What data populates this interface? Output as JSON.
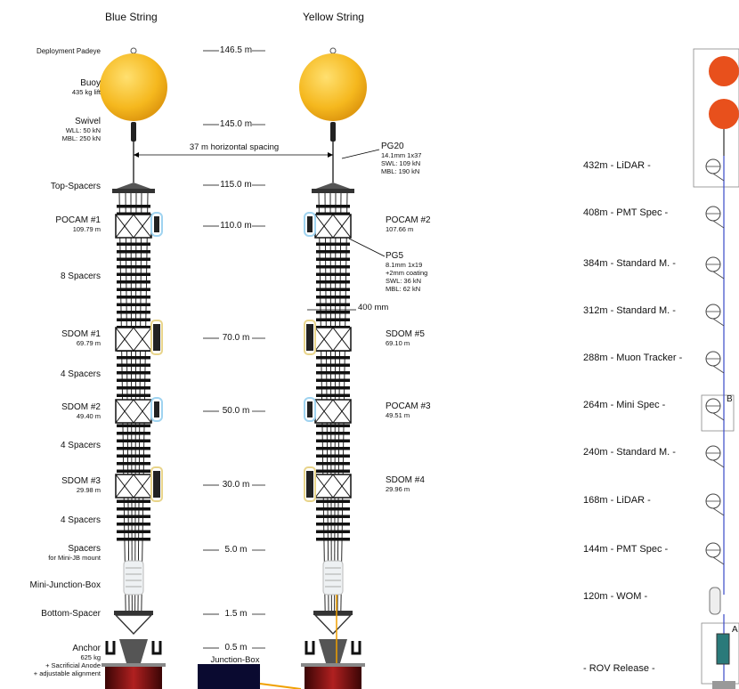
{
  "titles": {
    "blue": "Blue String",
    "yellow": "Yellow String"
  },
  "top_small_text": "",
  "left_labels": [
    {
      "title": "Deployment Padeye",
      "sub": []
    },
    {
      "title": "Buoy",
      "sub": [
        "435 kg lift"
      ]
    },
    {
      "title": "Swivel",
      "sub": [
        "WLL:   50 kN",
        "MBL: 250 kN"
      ]
    },
    {
      "title": "Top-Spacers",
      "sub": []
    },
    {
      "title": "POCAM #1",
      "sub": [
        "109.79 m"
      ]
    },
    {
      "title": "8 Spacers",
      "sub": []
    },
    {
      "title": "SDOM #1",
      "sub": [
        "69.79 m"
      ]
    },
    {
      "title": "4 Spacers",
      "sub": []
    },
    {
      "title": "SDOM #2",
      "sub": [
        "49.40 m"
      ]
    },
    {
      "title": "4 Spacers",
      "sub": []
    },
    {
      "title": "SDOM #3",
      "sub": [
        "29.98 m"
      ]
    },
    {
      "title": "4 Spacers",
      "sub": []
    },
    {
      "title": "Spacers",
      "sub": [
        "for Mini-JB mount"
      ]
    },
    {
      "title": "Mini-Junction-Box",
      "sub": []
    },
    {
      "title": "Bottom-Spacer",
      "sub": []
    },
    {
      "title": "Anchor",
      "sub": [
        "625 kg",
        "+ Sacrificial Anode",
        "+ adjustable alignment"
      ]
    }
  ],
  "depths": [
    "146.5 m",
    "145.0 m",
    "115.0 m",
    "110.0 m",
    "70.0 m",
    "50.0 m",
    "30.0 m",
    "5.0 m",
    "1.5 m",
    "0.5 m"
  ],
  "spacing_label": "37 m horizontal spacing",
  "width_label": "400 mm",
  "junction_box": "Junction-Box",
  "pg20": {
    "title": "PG20",
    "lines": [
      "14.1mm 1x37",
      "SWL: 109 kN",
      "MBL: 190 kN"
    ]
  },
  "pg5": {
    "title": "PG5",
    "lines": [
      "8.1mm 1x19",
      "+2mm coating",
      "SWL: 36 kN",
      "MBL: 62 kN"
    ]
  },
  "yellow_modules": [
    {
      "title": "POCAM #2",
      "sub": "107.66 m"
    },
    {
      "title": "SDOM #5",
      "sub": "69.10 m"
    },
    {
      "title": "POCAM #3",
      "sub": "49.51 m"
    },
    {
      "title": "SDOM #4",
      "sub": "29.96 m"
    }
  ],
  "right_labels": [
    "432m - LiDAR -",
    "408m - PMT Spec  -",
    "384m - Standard M. -",
    "312m - Standard M. -",
    "288m - Muon Tracker -",
    "264m - Mini Spec  -",
    "240m - Standard M. -",
    "168m - LiDAR -",
    "144m - PMT Spec -",
    "120m - WOM -",
    "- ROV Release -"
  ],
  "box_labels": {
    "a": "A",
    "b": "B"
  },
  "colors": {
    "buoy": "#f5b81e",
    "buoy_dark": "#e09a10",
    "red_buoy": "#e8501c",
    "anchor": "#7a1010",
    "cable": "#3a49c8",
    "jbox": "#0a0a30",
    "module_glow": "#9fd3f0"
  }
}
